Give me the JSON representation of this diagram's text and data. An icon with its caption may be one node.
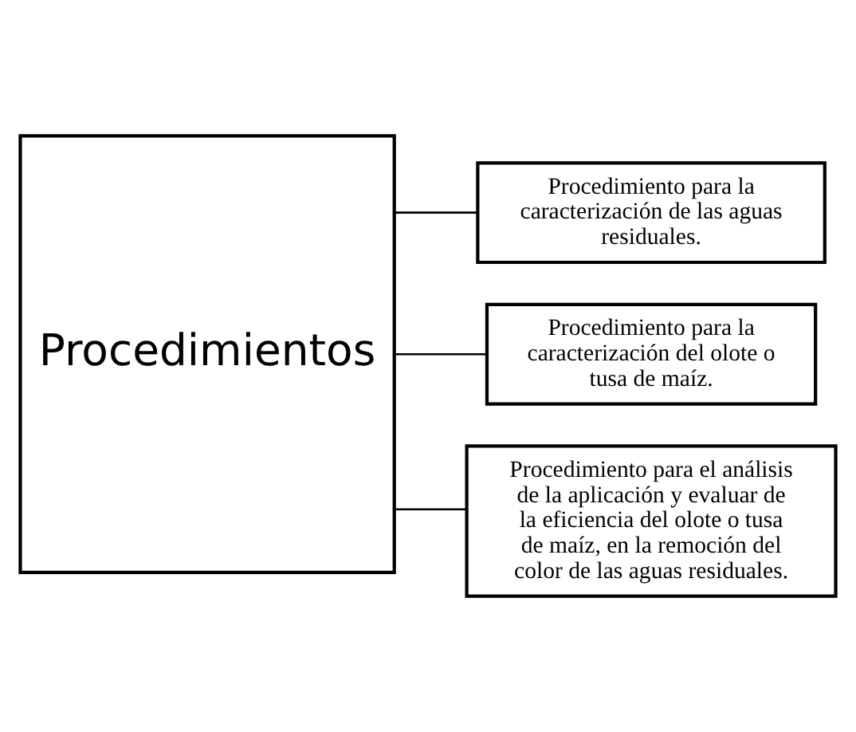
{
  "diagram": {
    "nodes": [
      {
        "text": [
          "Procedimientos"
        ]
      },
      {
        "text": [
          "Procedimiento para la caracterización de las aguas residuales."
        ]
      },
      {
        "text": [
          "Procedimiento para la caracterización del olote o tusa de maíz."
        ]
      },
      {
        "text": [
          "Procedimiento para el análisis de la aplicación y evaluar de la eficiencia del olote o tusa de maíz, en la remoción del color de las aguas residuales."
        ]
      }
    ],
    "edges": [
      {
        "from": 0,
        "to": 1,
        "arrow": "none"
      },
      {
        "from": 0,
        "to": 2,
        "arrow": "none"
      },
      {
        "from": 0,
        "to": 3,
        "arrow": "none"
      }
    ]
  }
}
